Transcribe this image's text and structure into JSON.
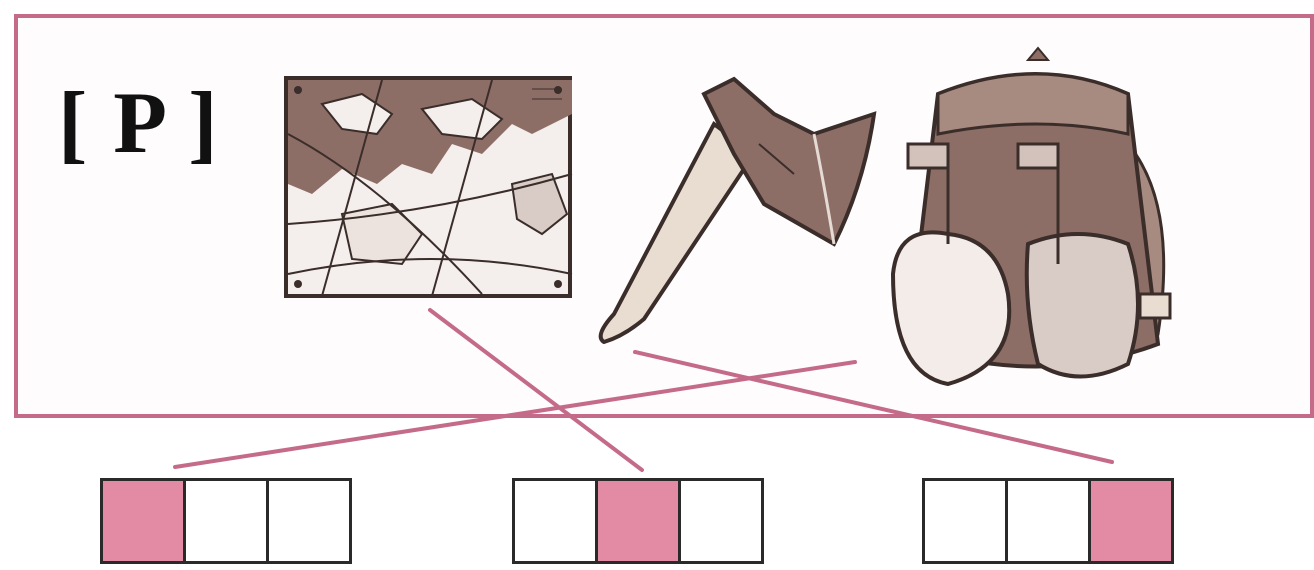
{
  "sound_label": "[ P ]",
  "pictures": [
    {
      "name": "map",
      "icon": "map-icon"
    },
    {
      "name": "axe",
      "icon": "axe-icon"
    },
    {
      "name": "backpack",
      "icon": "backpack-icon"
    }
  ],
  "schemes": [
    {
      "cells": 3,
      "highlighted": 1
    },
    {
      "cells": 3,
      "highlighted": 2
    },
    {
      "cells": 3,
      "highlighted": 3
    }
  ],
  "colors": {
    "frame": "#c56b8a",
    "highlight": "#e38aa5",
    "connector": "#c56b8a",
    "cell_border": "#2a2a2a"
  }
}
